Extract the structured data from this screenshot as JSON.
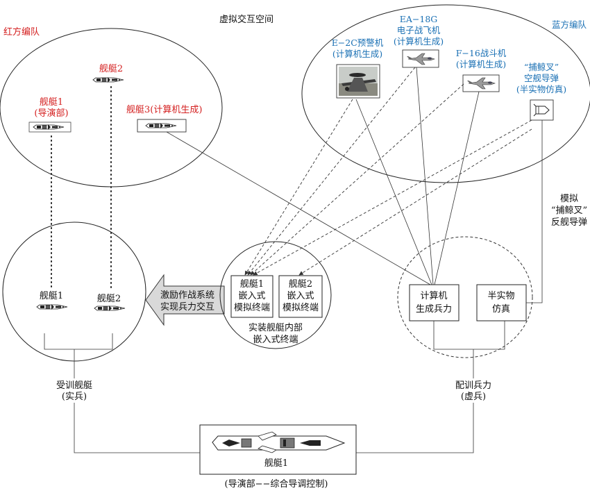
{
  "colors": {
    "red": "#d42020",
    "blue": "#1a70b4",
    "line": "#333333",
    "arrow_fill": "#d9d9d9"
  },
  "virtual_space": {
    "title": "虚拟交互空间"
  },
  "red_team": {
    "label": "红方编队",
    "ships": [
      {
        "label": "舰艇1",
        "sub": "(导演部)",
        "icon": "warship-icon"
      },
      {
        "label": "舰艇2",
        "icon": "warship-icon"
      },
      {
        "label": "舰艇3(计算机生成)",
        "icon": "warship-icon"
      }
    ]
  },
  "blue_team": {
    "label": "蓝方编队",
    "units": [
      {
        "line1": "E−2C预警机",
        "line2": "(计算机生成)",
        "icon": "aew-aircraft-photo-icon"
      },
      {
        "line1": "EA−18G",
        "line2": "电子战飞机",
        "line3": "(计算机生成)",
        "icon": "ew-aircraft-icon"
      },
      {
        "line1": "F−16战斗机",
        "line2": "(计算机生成)",
        "icon": "fighter-jet-icon"
      },
      {
        "line1": "“捕鲸叉”",
        "line2": "空舰导弹",
        "line3": "(半实物仿真)",
        "icon": "missile-icon"
      }
    ]
  },
  "trainee": {
    "ship1": "舰艇1",
    "ship2": "舰艇2",
    "label1": "受训舰艇",
    "label2": "(实兵)"
  },
  "incentive_arrow": {
    "line1": "激励作战系统",
    "line2": "实现兵力交互"
  },
  "embedded": {
    "terminal1": [
      "舰艇1",
      "嵌入式",
      "模拟终端"
    ],
    "terminal2": [
      "舰艇2",
      "嵌入式",
      "模拟终端"
    ],
    "label1": "实装舰艇内部",
    "label2": "嵌入式终端"
  },
  "training_forces": {
    "box1": [
      "计算机",
      "生成兵力"
    ],
    "box2": [
      "半实物",
      "仿真"
    ],
    "label1": "配训兵力",
    "label2": "(虚兵)"
  },
  "missile_note": {
    "line1": "模拟",
    "line2": "“捕鲸叉”",
    "line3": "反舰导弹"
  },
  "control": {
    "ship_label": "舰艇1",
    "caption": "(导演部−−综合导调控制)",
    "icon": "flagship-topview-icon"
  }
}
